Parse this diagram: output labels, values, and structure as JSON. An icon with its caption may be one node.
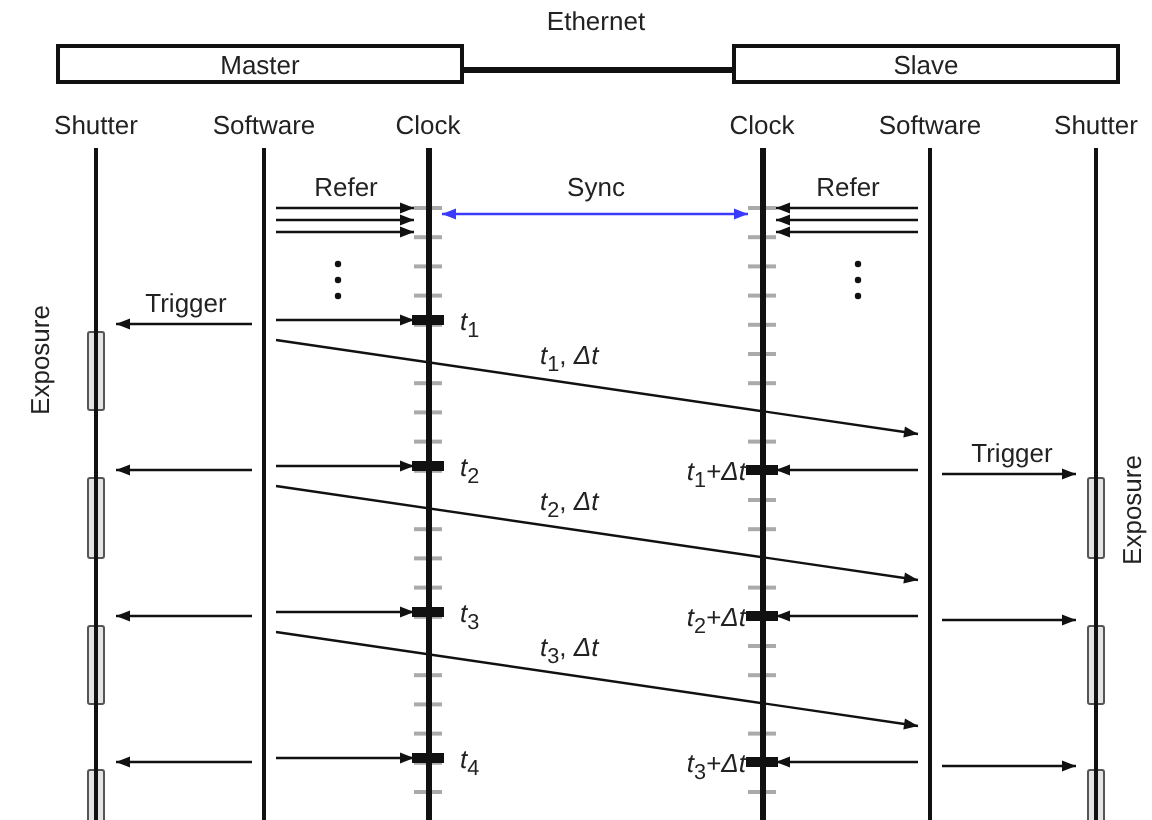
{
  "diagram": {
    "nodes": [
      {
        "text": [
          "Master"
        ]
      },
      {
        "text": [
          "Slave"
        ]
      },
      {
        "text": [
          "Shutter"
        ]
      },
      {
        "text": [
          "Software"
        ]
      },
      {
        "text": [
          "Clock"
        ]
      },
      {
        "text": [
          "Clock"
        ]
      },
      {
        "text": [
          "Software"
        ]
      },
      {
        "text": [
          "Shutter"
        ]
      }
    ],
    "edges": [
      {
        "from": 0,
        "to": 1,
        "arrow": "none",
        "style": "thick",
        "label": "Ethernet"
      },
      {
        "from": 3,
        "to": 4,
        "arrow": "to",
        "label": "Refer"
      },
      {
        "from": 3,
        "to": 4,
        "arrow": "to"
      },
      {
        "from": 3,
        "to": 4,
        "arrow": "to"
      },
      {
        "from": 4,
        "to": 5,
        "arrow": "both",
        "color": "#3a3aff",
        "label": "Sync"
      },
      {
        "from": 6,
        "to": 5,
        "arrow": "to",
        "label": "Refer"
      },
      {
        "from": 6,
        "to": 5,
        "arrow": "to"
      },
      {
        "from": 6,
        "to": 5,
        "arrow": "to"
      },
      {
        "from": 3,
        "to": 2,
        "arrow": "to",
        "label": "Trigger"
      },
      {
        "from": 3,
        "to": 4,
        "arrow": "to"
      },
      {
        "from": 3,
        "to": 6,
        "arrow": "to",
        "label": "*t*$_{1}$, *Δt*"
      },
      {
        "from": 6,
        "to": 5,
        "arrow": "to"
      },
      {
        "from": 6,
        "to": 7,
        "arrow": "to",
        "label": "Trigger"
      },
      {
        "from": 3,
        "to": 2,
        "arrow": "to"
      },
      {
        "from": 3,
        "to": 4,
        "arrow": "to"
      },
      {
        "from": 3,
        "to": 6,
        "arrow": "to",
        "label": "*t*$_{2}$, *Δt*"
      },
      {
        "from": 6,
        "to": 5,
        "arrow": "to"
      },
      {
        "from": 6,
        "to": 7,
        "arrow": "to"
      },
      {
        "from": 3,
        "to": 2,
        "arrow": "to"
      },
      {
        "from": 3,
        "to": 4,
        "arrow": "to"
      },
      {
        "from": 3,
        "to": 6,
        "arrow": "to",
        "label": "*t*$_{3}$, *Δt*"
      },
      {
        "from": 6,
        "to": 5,
        "arrow": "to"
      },
      {
        "from": 6,
        "to": 7,
        "arrow": "to"
      },
      {
        "from": 3,
        "to": 2,
        "arrow": "to"
      },
      {
        "from": 3,
        "to": 4,
        "arrow": "to"
      }
    ],
    "labels": [
      "*t*$_{1}$",
      "Exposure",
      "*t*$_{1}$+*Δt*",
      "Exposure",
      "*t*$_{2}$",
      "*t*$_{2}$+*Δt*",
      "*t*$_{3}$",
      "*t*$_{3}$+*Δt*",
      "*t*$_{4}$"
    ]
  }
}
